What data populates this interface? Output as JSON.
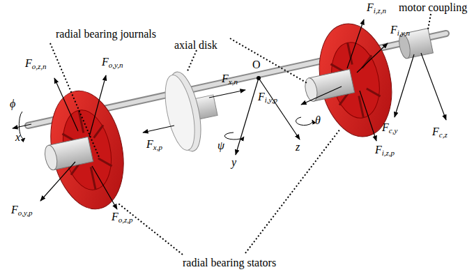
{
  "diagram": {
    "labels": [
      "motor coupling",
      "radial bearing journals",
      "axial disk",
      "Fo,z,n",
      "Fo,y,n",
      "Fx,n",
      "O",
      "Fi,z,n",
      "Fi,y,n",
      "Fc,y",
      "Fc,z",
      "Fi,y,p",
      "ϕ",
      "x",
      "ψ",
      "y",
      "θ",
      "z",
      "Fx,p",
      "Fi,z,p",
      "Fo,y,p",
      "Fo,z,p",
      "radial bearing stators"
    ]
  }
}
